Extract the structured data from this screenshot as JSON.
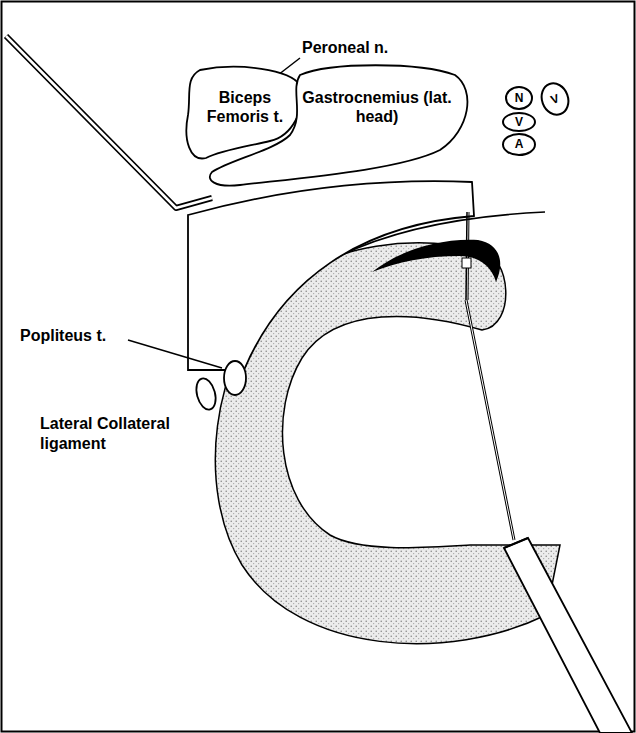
{
  "diagram": {
    "nodes": [
      {
        "text": [
          "Biceps Femoris t."
        ]
      },
      {
        "text": [
          "Gastrocnemius (lat. head)"
        ]
      },
      {
        "text": [
          "N"
        ]
      },
      {
        "text": [
          "V"
        ]
      },
      {
        "text": [
          "V"
        ]
      },
      {
        "text": [
          "A"
        ]
      }
    ],
    "labels": [
      "Peroneal n.",
      "Popliteus t.",
      "Lateral Collateral ligament"
    ]
  }
}
